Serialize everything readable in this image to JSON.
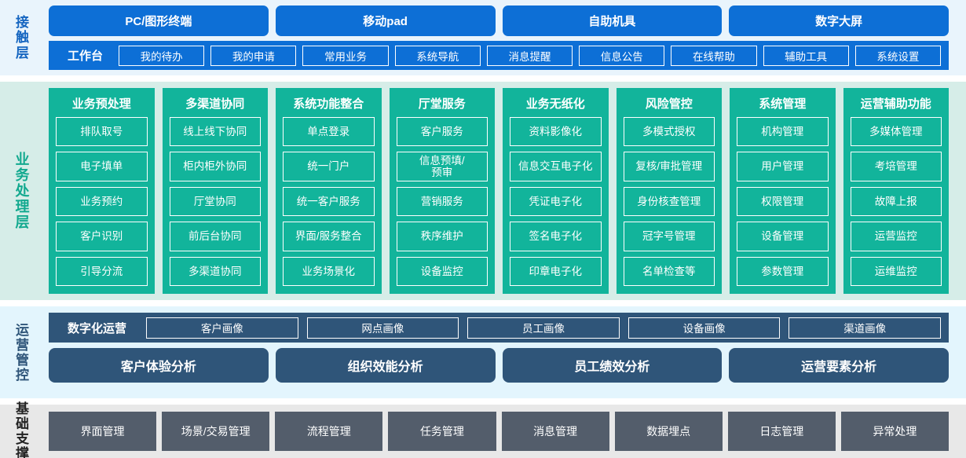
{
  "bands": {
    "contact": {
      "label": "接触层",
      "channels": [
        "PC/图形终端",
        "移动pad",
        "自助机具",
        "数字大屏"
      ],
      "workbench_title": "工作台",
      "workbench_items": [
        "我的待办",
        "我的申请",
        "常用业务",
        "系统导航",
        "消息提醒",
        "信息公告",
        "在线帮助",
        "辅助工具",
        "系统设置"
      ]
    },
    "business": {
      "label": "业务处理层",
      "columns": [
        {
          "title": "业务预处理",
          "items": [
            "排队取号",
            "电子填单",
            "业务预约",
            "客户识别",
            "引导分流"
          ]
        },
        {
          "title": "多渠道协同",
          "items": [
            "线上线下协同",
            "柜内柜外协同",
            "厅堂协同",
            "前后台协同",
            "多渠道协同"
          ]
        },
        {
          "title": "系统功能整合",
          "items": [
            "单点登录",
            "统一门户",
            "统一客户服务",
            "界面/服务整合",
            "业务场景化"
          ]
        },
        {
          "title": "厅堂服务",
          "items": [
            "客户服务",
            "信息预填/\n预审",
            "营销服务",
            "秩序维护",
            "设备监控"
          ]
        },
        {
          "title": "业务无纸化",
          "items": [
            "资料影像化",
            "信息交互电子化",
            "凭证电子化",
            "签名电子化",
            "印章电子化"
          ]
        },
        {
          "title": "风险管控",
          "items": [
            "多模式授权",
            "复核/审批管理",
            "身份核查管理",
            "冠字号管理",
            "名单检查等"
          ]
        },
        {
          "title": "系统管理",
          "items": [
            "机构管理",
            "用户管理",
            "权限管理",
            "设备管理",
            "参数管理"
          ]
        },
        {
          "title": "运营辅助功能",
          "items": [
            "多媒体管理",
            "考培管理",
            "故障上报",
            "运营监控",
            "运维监控"
          ]
        }
      ]
    },
    "ops": {
      "label": "运营管控",
      "digital_ops_title": "数字化运营",
      "portraits": [
        "客户画像",
        "网点画像",
        "员工画像",
        "设备画像",
        "渠道画像"
      ],
      "analyses": [
        "客户体验分析",
        "组织效能分析",
        "员工绩效分析",
        "运营要素分析"
      ]
    },
    "base": {
      "label": "基础支撑",
      "items": [
        "界面管理",
        "场景/交易管理",
        "流程管理",
        "任务管理",
        "消息管理",
        "数据埋点",
        "日志管理",
        "异常处理"
      ]
    }
  },
  "colors": {
    "contact_bg": "#e9f4fc",
    "contact_blue": "#0d6fd6",
    "business_bg": "#d6ede8",
    "business_teal": "#12b49b",
    "ops_bg": "#e3f5fd",
    "ops_slate": "#2f5579",
    "base_bg": "#e8e8e8",
    "base_gray": "#535d6b"
  }
}
